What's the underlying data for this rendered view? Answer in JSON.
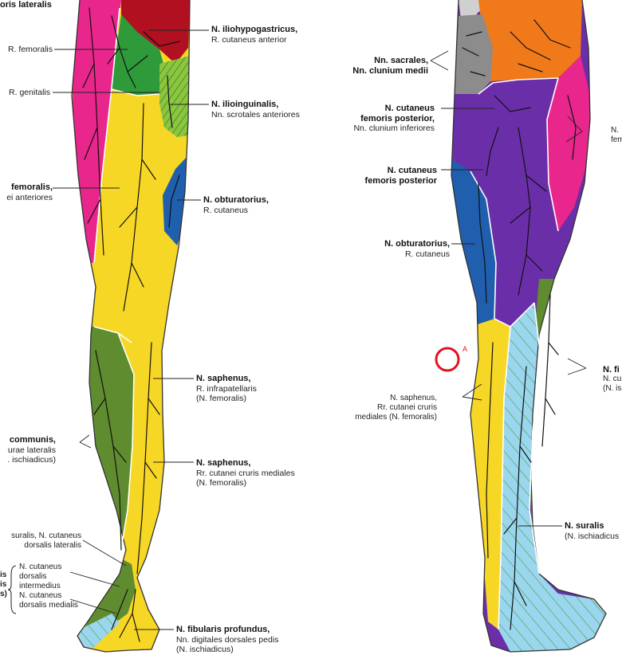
{
  "colors": {
    "yellow": "#f7d726",
    "magenta": "#e8268c",
    "red": "#b01020",
    "green": "#2f9a3a",
    "lightgreen": "#8cc63f",
    "olive": "#5f8c2f",
    "blue": "#1f5fae",
    "purple": "#6a2fa8",
    "orange": "#f07a1a",
    "gray": "#8c8c8c",
    "lightblue": "#9ad6ee",
    "nerve": "#111111",
    "marker": "#e0141e"
  },
  "labels": {
    "top_left_fragment": {
      "bold": "oris lateralis"
    },
    "r_femoralis": {
      "text": "R. femoralis"
    },
    "r_genitalis": {
      "text": "R. genitalis"
    },
    "femoralis_left": {
      "bold": "femoralis,",
      "text": "ei anteriores"
    },
    "iliohypogastricus": {
      "bold": "N. iliohypogastricus,",
      "text": "R. cutaneus anterior"
    },
    "ilioinguinalis": {
      "bold": "N. ilioinguinalis,",
      "text": "Nn. scrotales anteriores"
    },
    "obturatorius_front": {
      "bold": "N. obturatorius,",
      "text": "R. cutaneus"
    },
    "saphenus_infra": {
      "bold": "N. saphenus,",
      "line1": "R. infrapatellaris",
      "line2": "(N. femoralis)"
    },
    "saphenus_cruris": {
      "bold": "N. saphenus,",
      "line1": "Rr. cutanei cruris mediales",
      "line2": "(N. femoralis)"
    },
    "communis_left": {
      "bold": "communis,",
      "line1": "urae lateralis",
      "line2": ". ischiadicus)"
    },
    "suralis_left": {
      "line1": "suralis, N. cutaneus",
      "line2": "dorsalis lateralis"
    },
    "cutaneus_dorsalis": {
      "line1": "N. cutaneus",
      "line2": "dorsalis",
      "line3": "intermedius",
      "line4": "N. cutaneus",
      "line5": "dorsalis medialis"
    },
    "left_brace_frag": {
      "line1": "is",
      "line2": "is",
      "line3": "s)"
    },
    "fibularis_profundus": {
      "bold": "N. fibularis profundus,",
      "line1": "Nn. digitales dorsales pedis",
      "line2": "(N. ischiadicus)"
    },
    "sacrales": {
      "bold1": "Nn. sacrales,",
      "bold2": "Nn. clunium medii"
    },
    "cutaneus_fem_post_1": {
      "bold1": "N. cutaneus",
      "bold2": "femoris posterior,",
      "text": "Nn. clunium inferiores"
    },
    "cutaneus_fem_post_2": {
      "bold1": "N. cutaneus",
      "bold2": "femoris posterior"
    },
    "obturatorius_back": {
      "bold": "N. obturatorius,",
      "text": "R. cutaneus"
    },
    "saphenus_back": {
      "line1": "N. saphenus,",
      "line2": "Rr. cutanei cruris",
      "line3": "mediales (N. femoralis)"
    },
    "right_frag_upper": {
      "line1": "N.",
      "line2": "fem"
    },
    "right_frag_mid": {
      "bold": "N. fi",
      "line1": "N. cu",
      "line2": "(N. is"
    },
    "suralis_right": {
      "bold": "N. suralis",
      "text": "(N. ischiadicus"
    }
  },
  "marker": {
    "letter": "A"
  }
}
